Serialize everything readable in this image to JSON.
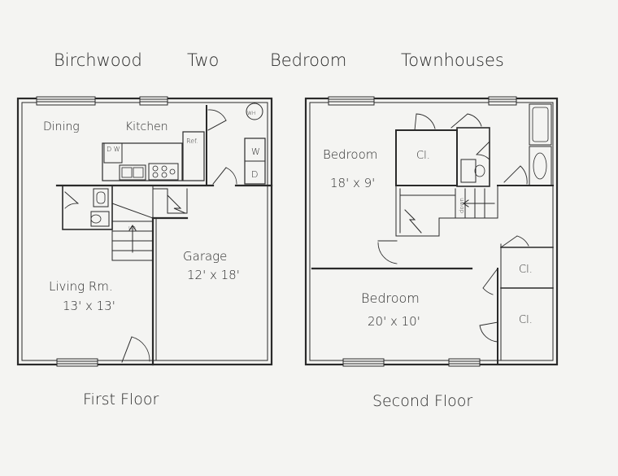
{
  "title": {
    "word1": "Birchwood",
    "word2": "Two",
    "word3": "Bedroom",
    "word4": "Townhouses"
  },
  "first_floor": {
    "caption": "First Floor",
    "rooms": {
      "dining": "Dining",
      "kitchen": "Kitchen",
      "living": "Living Rm.",
      "living_size": "13' x 13'",
      "garage": "Garage",
      "garage_size": "12' x 18'"
    },
    "fixtures": {
      "water_heater": "WH",
      "refrigerator": "Ref.",
      "dishwasher": "D W",
      "washer": "W",
      "dryer": "D",
      "stair_direction": "up"
    }
  },
  "second_floor": {
    "caption": "Second Floor",
    "rooms": {
      "bedroom_1": "Bedroom",
      "bedroom_1_size": "18' x 9'",
      "bedroom_2": "Bedroom",
      "bedroom_2_size": "20' x 10'",
      "closet_1": "Cl.",
      "closet_2": "Cl.",
      "closet_3": "Cl."
    },
    "fixtures": {
      "stair_direction": "down"
    }
  },
  "colors": {
    "ink": "#2a2a2a",
    "paper": "#f4f4f2"
  }
}
